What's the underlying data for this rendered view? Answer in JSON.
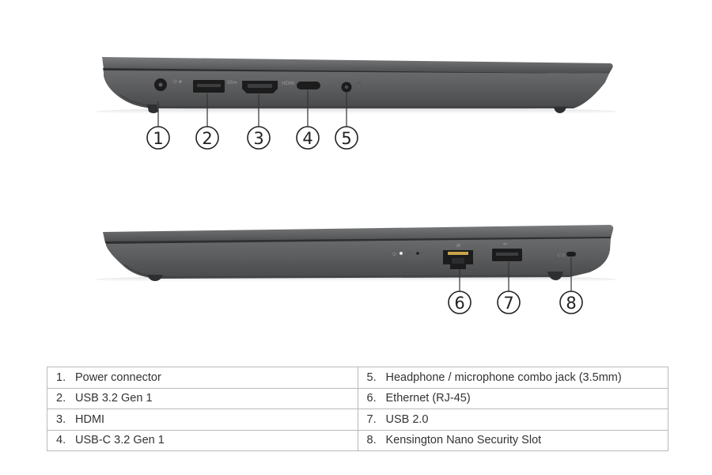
{
  "callouts": {
    "left_side": [
      "1",
      "2",
      "3",
      "4",
      "5"
    ],
    "right_side": [
      "6",
      "7",
      "8"
    ]
  },
  "port_markings": {
    "usb_a_superspeed": "SS⇋",
    "hdmi": "HDMI",
    "usb_a": "⇋"
  },
  "colors": {
    "chassis_top": "#4f5052",
    "chassis_body": "#5b5c5e",
    "chassis_edge": "#2e2f31",
    "port_dark": "#1c1c1d",
    "table_border": "#b9b9b9"
  },
  "legend": [
    {
      "left": {
        "num": "1.",
        "label": "Power connector"
      },
      "right": {
        "num": "5.",
        "label": "Headphone / microphone combo jack (3.5mm)"
      }
    },
    {
      "left": {
        "num": "2.",
        "label": "USB 3.2 Gen 1"
      },
      "right": {
        "num": "6.",
        "label": "Ethernet (RJ-45)"
      }
    },
    {
      "left": {
        "num": "3.",
        "label": "HDMI"
      },
      "right": {
        "num": "7.",
        "label": "USB 2.0"
      }
    },
    {
      "left": {
        "num": "4.",
        "label": "USB-C 3.2 Gen 1"
      },
      "right": {
        "num": "8.",
        "label": "Kensington Nano Security Slot"
      }
    }
  ]
}
